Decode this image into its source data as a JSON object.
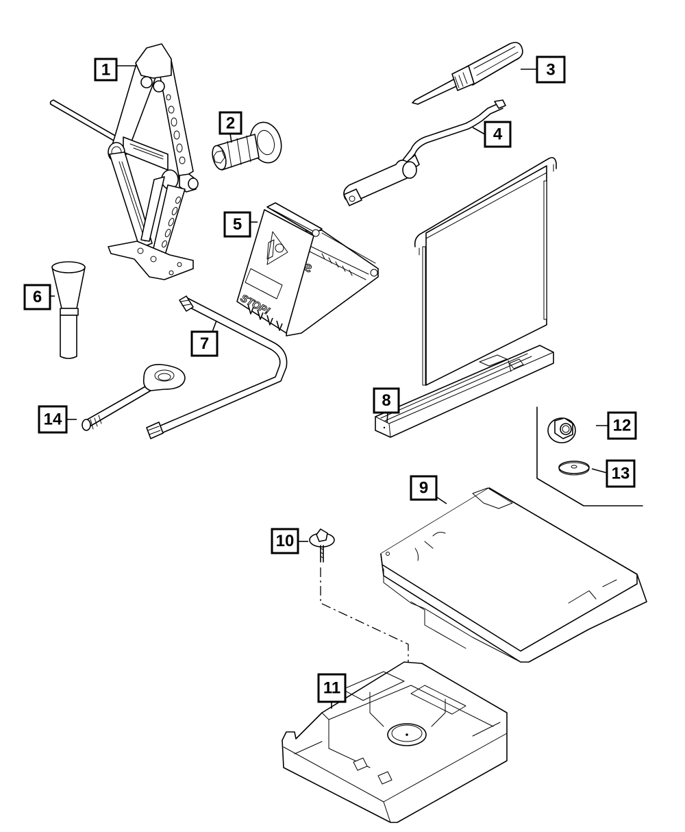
{
  "diagram": {
    "title": "Spare tire jack and tool kit exploded parts diagram",
    "callouts": [
      {
        "number": "1",
        "part": "scissor-jack"
      },
      {
        "number": "2",
        "part": "wheel-lock-adapter"
      },
      {
        "number": "3",
        "part": "screwdriver"
      },
      {
        "number": "4",
        "part": "jack-handle-crank"
      },
      {
        "number": "5",
        "part": "wheel-chock"
      },
      {
        "number": "6",
        "part": "jack-knob-handle"
      },
      {
        "number": "7",
        "part": "lug-wrench-extension"
      },
      {
        "number": "8",
        "part": "cargo-cover-roller"
      },
      {
        "number": "9",
        "part": "tool-storage-cover"
      },
      {
        "number": "10",
        "part": "wing-bolt-retainer"
      },
      {
        "number": "11",
        "part": "foam-tool-tray"
      },
      {
        "number": "12",
        "part": "flange-nut"
      },
      {
        "number": "13",
        "part": "washer"
      },
      {
        "number": "14",
        "part": "tow-eye"
      }
    ],
    "labels": {
      "chock_brand": "STOP!",
      "chock_side_text": "STOP!"
    }
  }
}
